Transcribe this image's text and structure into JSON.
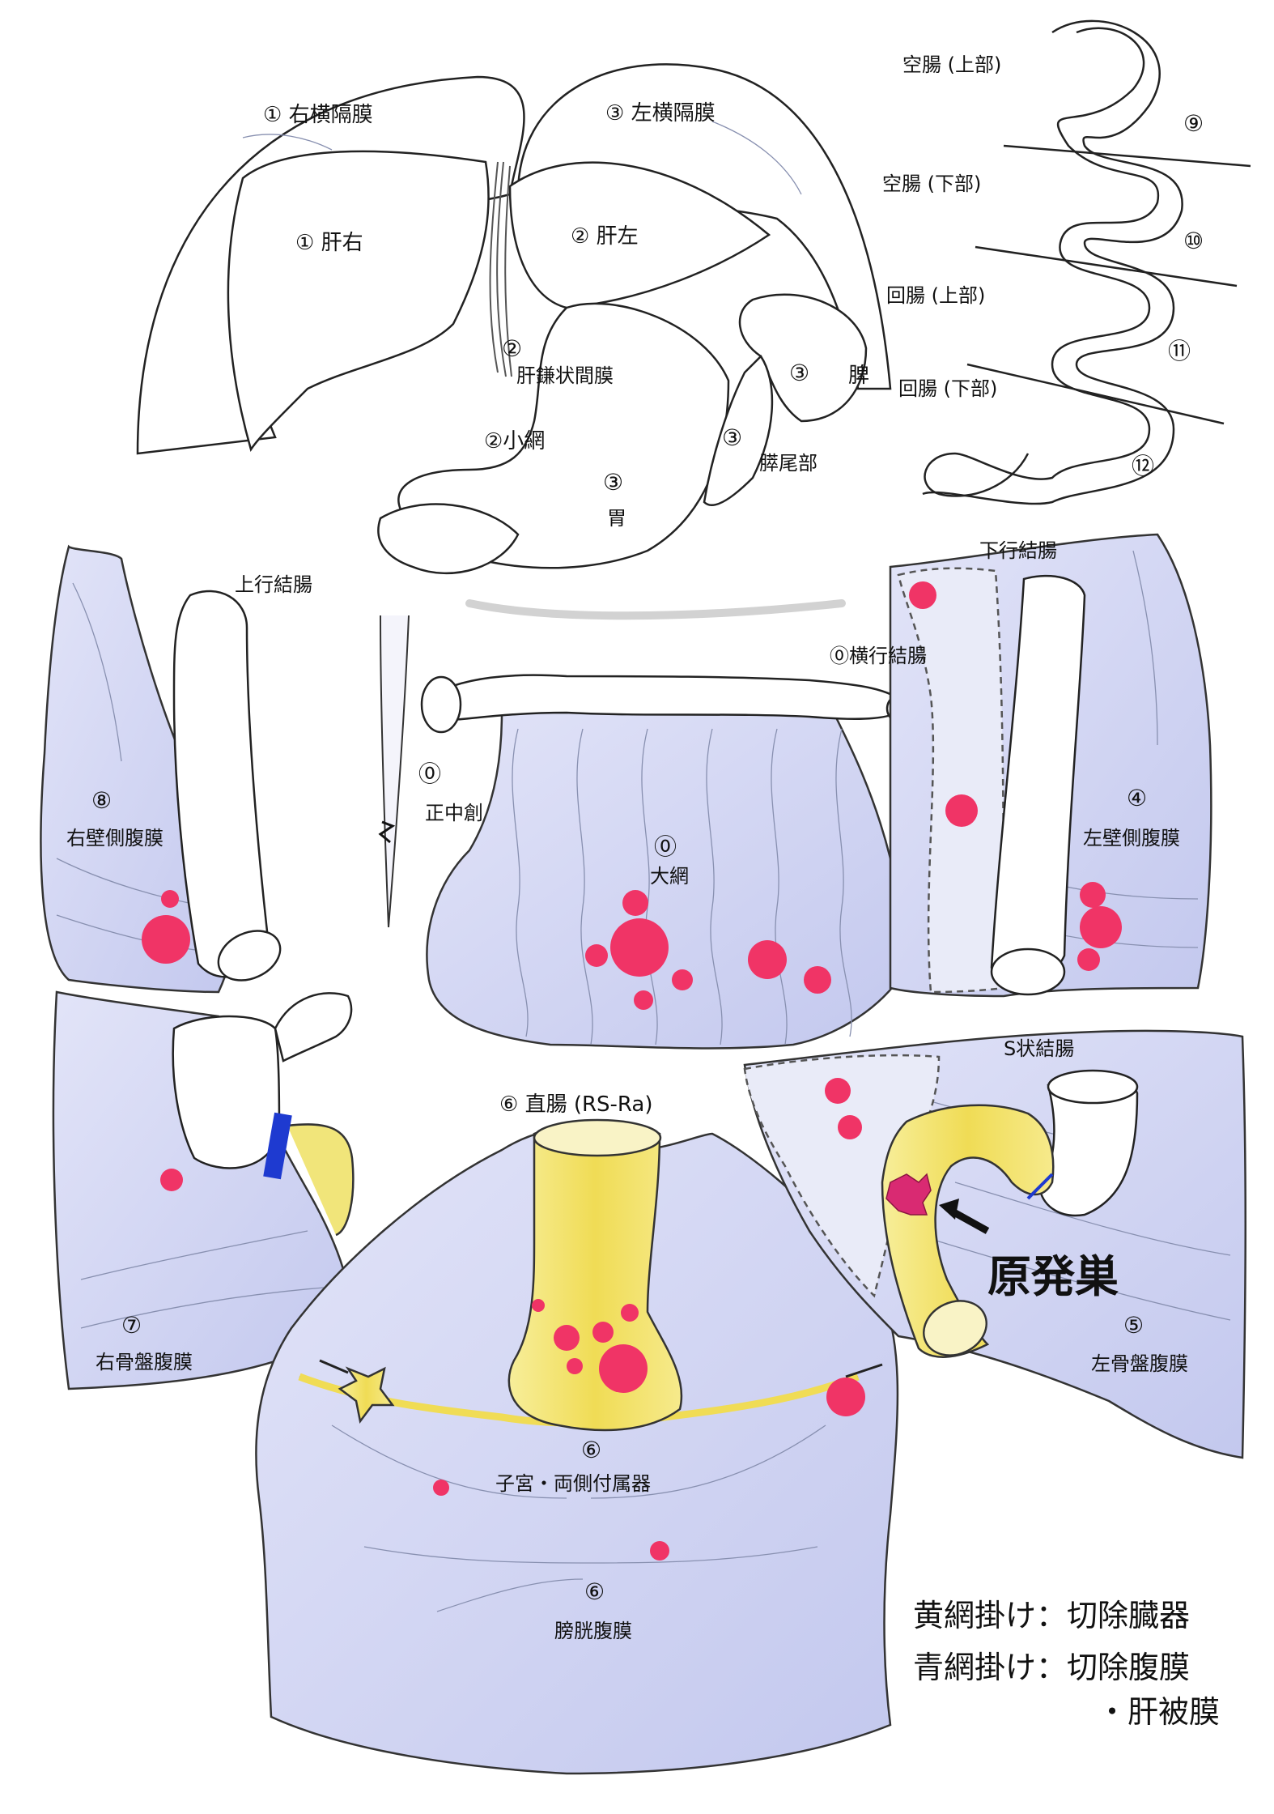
{
  "labels": {
    "r_diaphragm": "① 右横隔膜",
    "l_diaphragm": "③ 左横隔膜",
    "liver_right": "① 肝右",
    "liver_left": "② 肝左",
    "falciform_num": "②",
    "falciform": "肝鎌状間膜",
    "lesser_omentum": "②小網",
    "stomach_num": "③",
    "stomach": "胃",
    "spleen_num": "③",
    "spleen": "脾",
    "pancreas_tail_num": "③",
    "pancreas_tail": "膵尾部",
    "jejunum_upper": "空腸 (上部)",
    "jejunum_lower": "空腸 (下部)",
    "ileum_upper": "回腸 (上部)",
    "ileum_lower": "回腸 (下部)",
    "n9": "⑨",
    "n10": "⑩",
    "n11": "⑪",
    "n12": "⑫",
    "ascending_colon": "上行結腸",
    "descending_colon": "下行結腸",
    "transverse_colon": "⓪横行結腸",
    "midline_num": "⓪",
    "midline": "正中創",
    "omentum_num": "⓪",
    "omentum": "大網",
    "r_wall_num": "⑧",
    "r_wall": "右壁側腹膜",
    "l_wall_num": "④",
    "l_wall": "左壁側腹膜",
    "sigmoid": "S状結腸",
    "rectum": "⑥ 直腸 (RS-Ra)",
    "primary": "原発巣",
    "r_pelvic_num": "⑦",
    "r_pelvic": "右骨盤腹膜",
    "l_pelvic_num": "⑤",
    "l_pelvic": "左骨盤腹膜",
    "uterus_num": "⑥",
    "uterus": "子宮・両側付属器",
    "bladder_num": "⑥",
    "bladder": "膀胱腹膜"
  },
  "legend": {
    "yellow": "黄網掛け：切除臓器",
    "blue_1": "青網掛け：切除腹膜",
    "blue_2": "・肝被膜"
  },
  "colors": {
    "tumor": "#f03466",
    "resected_organ": "#f2e36a",
    "peritoneum": "#c9cdf0"
  }
}
